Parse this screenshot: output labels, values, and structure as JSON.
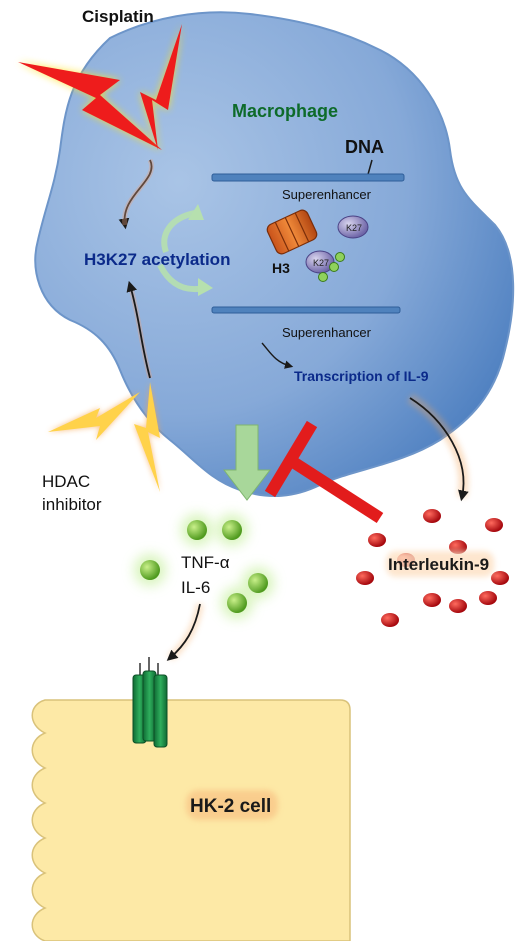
{
  "labels": {
    "cisplatin": "Cisplatin",
    "macrophage": "Macrophage",
    "dna": "DNA",
    "superenhancer_top": "Superenhancer",
    "superenhancer_bottom": "Superenhancer",
    "k27_top": "K27",
    "k27_bottom": "K27",
    "h3": "H3",
    "h3k27": "H3K27 acetylation",
    "transcription": "Transcription of IL-9",
    "hdac_line1": "HDAC",
    "hdac_line2": "inhibitor",
    "tnf": "TNF-α",
    "il6": "IL-6",
    "interleukin": "Interleukin-9",
    "hk2": "HK-2 cell"
  },
  "colors": {
    "macrophage_fill": "#7fa6d6",
    "macrophage_outline": "#4a78b0",
    "dna_line": "#4f82bd",
    "label_blue": "#0b2a8a",
    "macrophage_label": "#0e6b2a",
    "cisplatin_bolt": "#ee1c1c",
    "hdac_bolt": "#ffd24a",
    "cytokine_green": "#5a9e2a",
    "il9_red": "#c0161c",
    "inhibit_red": "#e21c1c",
    "arrow_green": "#9fd18b",
    "hk2_fill": "#fde9a6",
    "hk2_outline": "#d9c27a",
    "receptor": "#1f8f4a"
  },
  "icons": {
    "cisplatin_bolts": "lightning-bolt-icon",
    "hdac_bolts": "lightning-bolt-icon",
    "nucleosome": "nucleosome-icon",
    "receptor": "membrane-receptor-icon",
    "inhibition": "inhibition-t-bar-icon"
  }
}
